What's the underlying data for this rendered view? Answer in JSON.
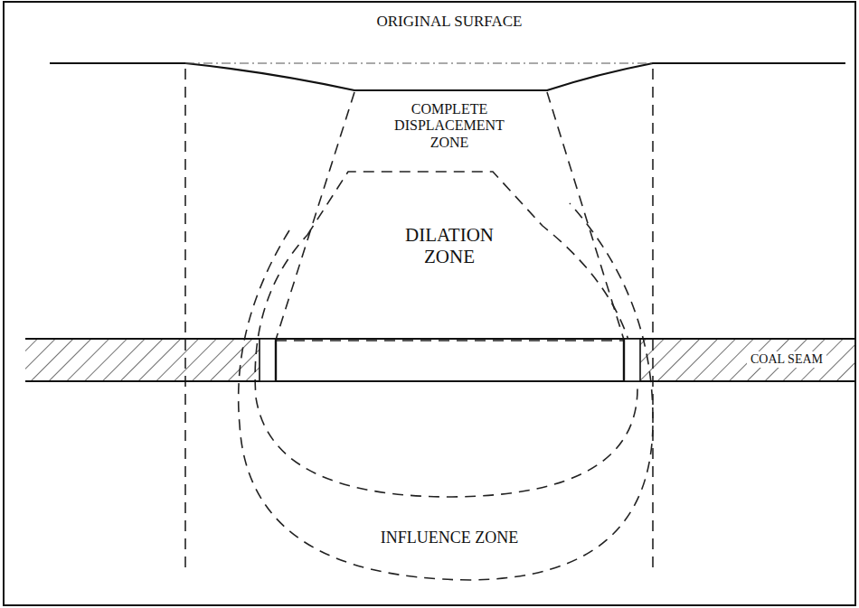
{
  "diagram": {
    "labels": [
      "ORIGINAL SURFACE",
      "COMPLETE DISPLACEMENT ZONE",
      "DILATION ZONE",
      "COAL SEAM",
      "INFLUENCE ZONE"
    ]
  }
}
